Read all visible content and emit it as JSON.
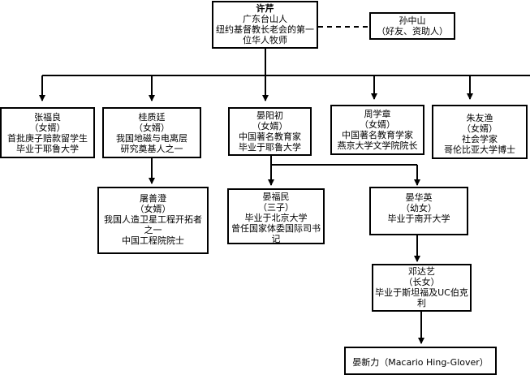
{
  "nodes": {
    "xu_qin": {
      "lines": [
        "许芹",
        "广东台山人",
        "纽约基督教长老会的第一位华人牧师"
      ]
    },
    "sun_zhongshan": {
      "lines": [
        "孙中山",
        "（好友、资助人）"
      ]
    },
    "zhang_fuliang": {
      "lines": [
        "张福良",
        "（女婿）",
        "首批庚子赔款留学生",
        "毕业于耶鲁大学"
      ]
    },
    "gui_zhiting": {
      "lines": [
        "桂质廷",
        "（女婿）",
        "我国地磁与电离层",
        "研究奠基人之一"
      ]
    },
    "yan_yangchu": {
      "lines": [
        "晏阳初",
        "（女婿）",
        "中国著名教育家",
        "毕业于耶鲁大学"
      ]
    },
    "zhou_xuezhang": {
      "lines": [
        "周学章",
        "（女婿）",
        "中国著名教育学家",
        "燕京大学文学院院长"
      ]
    },
    "zhu_youyu": {
      "lines": [
        "朱友渔",
        "（女婿）",
        "社会学家",
        "哥伦比亚大学博士"
      ]
    },
    "tu_shancheng": {
      "lines": [
        "屠善澄",
        "（女婿）",
        "我国人造卫星工程开拓者之一",
        "中国工程院院士"
      ]
    },
    "yan_fumin": {
      "lines": [
        "晏福民",
        "（三子）",
        "毕业于北京大学",
        "曾任国家体委国际司书记"
      ]
    },
    "yan_huaying": {
      "lines": [
        "晏华英",
        "（幼女）",
        "毕业于南开大学"
      ]
    },
    "deng_dayi": {
      "lines": [
        "邓达艺",
        "（长女）",
        "毕业于斯坦福及UC伯克利"
      ]
    },
    "yan_xinli": {
      "lines": [
        "晏新力（Macario Hing-Glover）"
      ]
    }
  }
}
